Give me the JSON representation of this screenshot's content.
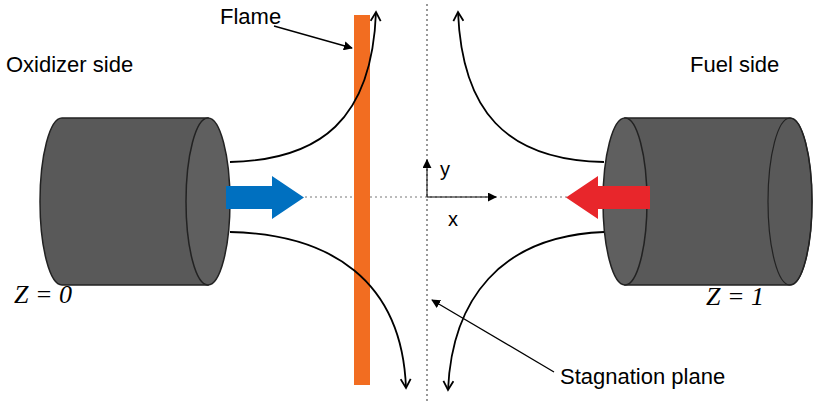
{
  "diagram": {
    "labels": [
      "Flame",
      "Oxidizer side",
      "Fuel side",
      "Z = 0",
      "Z = 1",
      "y",
      "x",
      "Stagnation plane"
    ]
  }
}
